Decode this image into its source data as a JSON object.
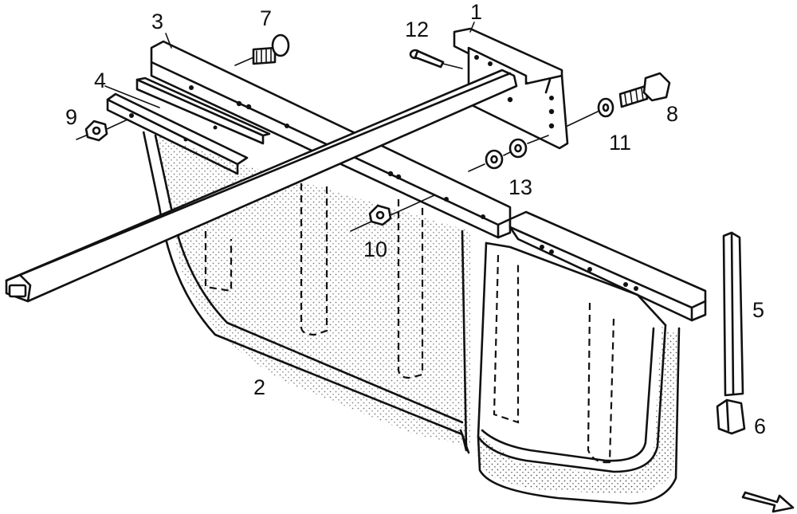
{
  "callouts": {
    "c1": "1",
    "c2": "2",
    "c3": "3",
    "c4": "4",
    "c5": "5",
    "c6": "6",
    "c7": "7",
    "c8": "8",
    "c9": "9",
    "c10": "10",
    "c11": "11",
    "c12": "12",
    "c13": "13"
  },
  "icons": {
    "direction_arrow": "arrow-right-down-icon"
  },
  "colors": {
    "ink": "#111111",
    "paper": "#ffffff"
  }
}
